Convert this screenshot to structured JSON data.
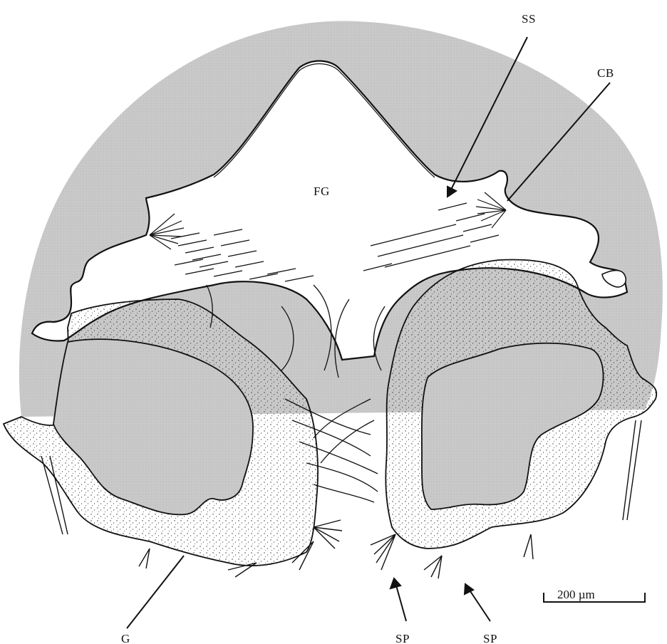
{
  "figure": {
    "labels": {
      "ss": "SS",
      "cb": "CB",
      "fg": "FG",
      "g": "G",
      "sp_left": "SP",
      "sp_right": "SP"
    },
    "scale_bar": {
      "label": "200 µm"
    }
  },
  "colors": {
    "background": "#ffffff",
    "shaded_tissue": "#c9c9c9",
    "ink": "#111111",
    "stippled_fill": "#ffffff"
  }
}
